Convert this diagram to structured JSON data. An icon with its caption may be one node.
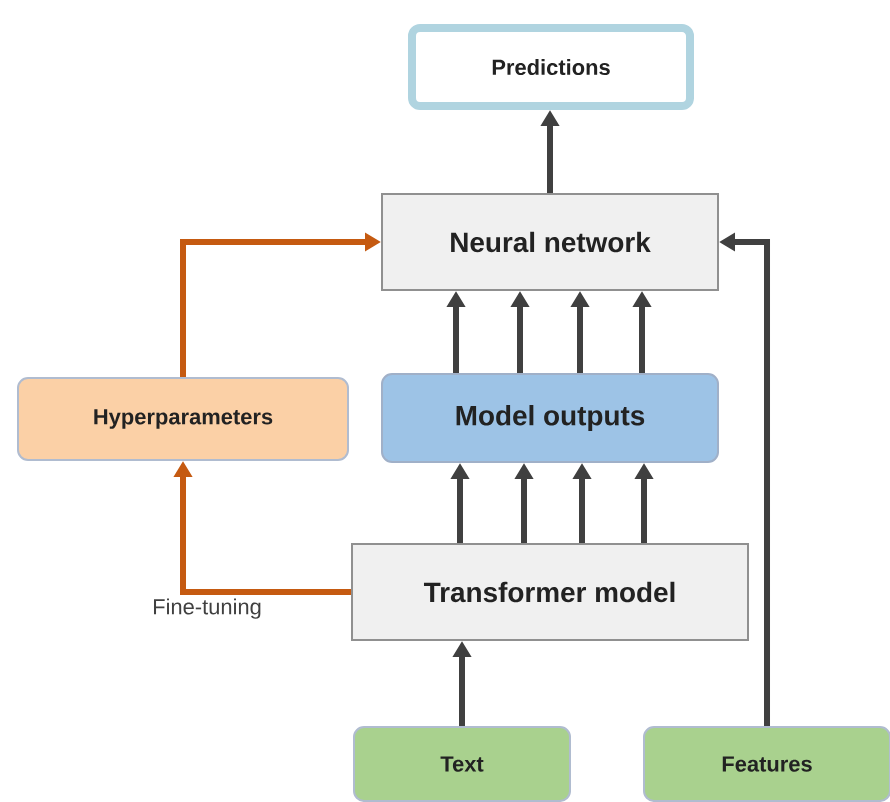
{
  "diagram": {
    "nodes": [
      {
        "text": [
          "Predictions"
        ]
      },
      {
        "text": [
          "Neural network"
        ]
      },
      {
        "text": [
          "Hyperparameters"
        ]
      },
      {
        "text": [
          "Model outputs"
        ]
      },
      {
        "text": [
          "Transformer model"
        ]
      },
      {
        "text": [
          "Text"
        ]
      },
      {
        "text": [
          "Features"
        ]
      }
    ],
    "edges": [
      {
        "from": 1,
        "to": 0,
        "arrow": "to"
      },
      {
        "from": 3,
        "to": 1,
        "arrow": "to"
      },
      {
        "from": 3,
        "to": 1,
        "arrow": "to"
      },
      {
        "from": 3,
        "to": 1,
        "arrow": "to"
      },
      {
        "from": 3,
        "to": 1,
        "arrow": "to"
      },
      {
        "from": 4,
        "to": 3,
        "arrow": "to"
      },
      {
        "from": 4,
        "to": 3,
        "arrow": "to"
      },
      {
        "from": 4,
        "to": 3,
        "arrow": "to"
      },
      {
        "from": 4,
        "to": 3,
        "arrow": "to"
      },
      {
        "from": 5,
        "to": 4,
        "arrow": "to"
      },
      {
        "from": 2,
        "to": 1,
        "arrow": "to",
        "color": "#c55a11"
      },
      {
        "from": 4,
        "to": 2,
        "arrow": "to",
        "label": "Fine-tuning",
        "color": "#c55a11"
      },
      {
        "from": 6,
        "to": 1,
        "arrow": "to"
      }
    ]
  }
}
